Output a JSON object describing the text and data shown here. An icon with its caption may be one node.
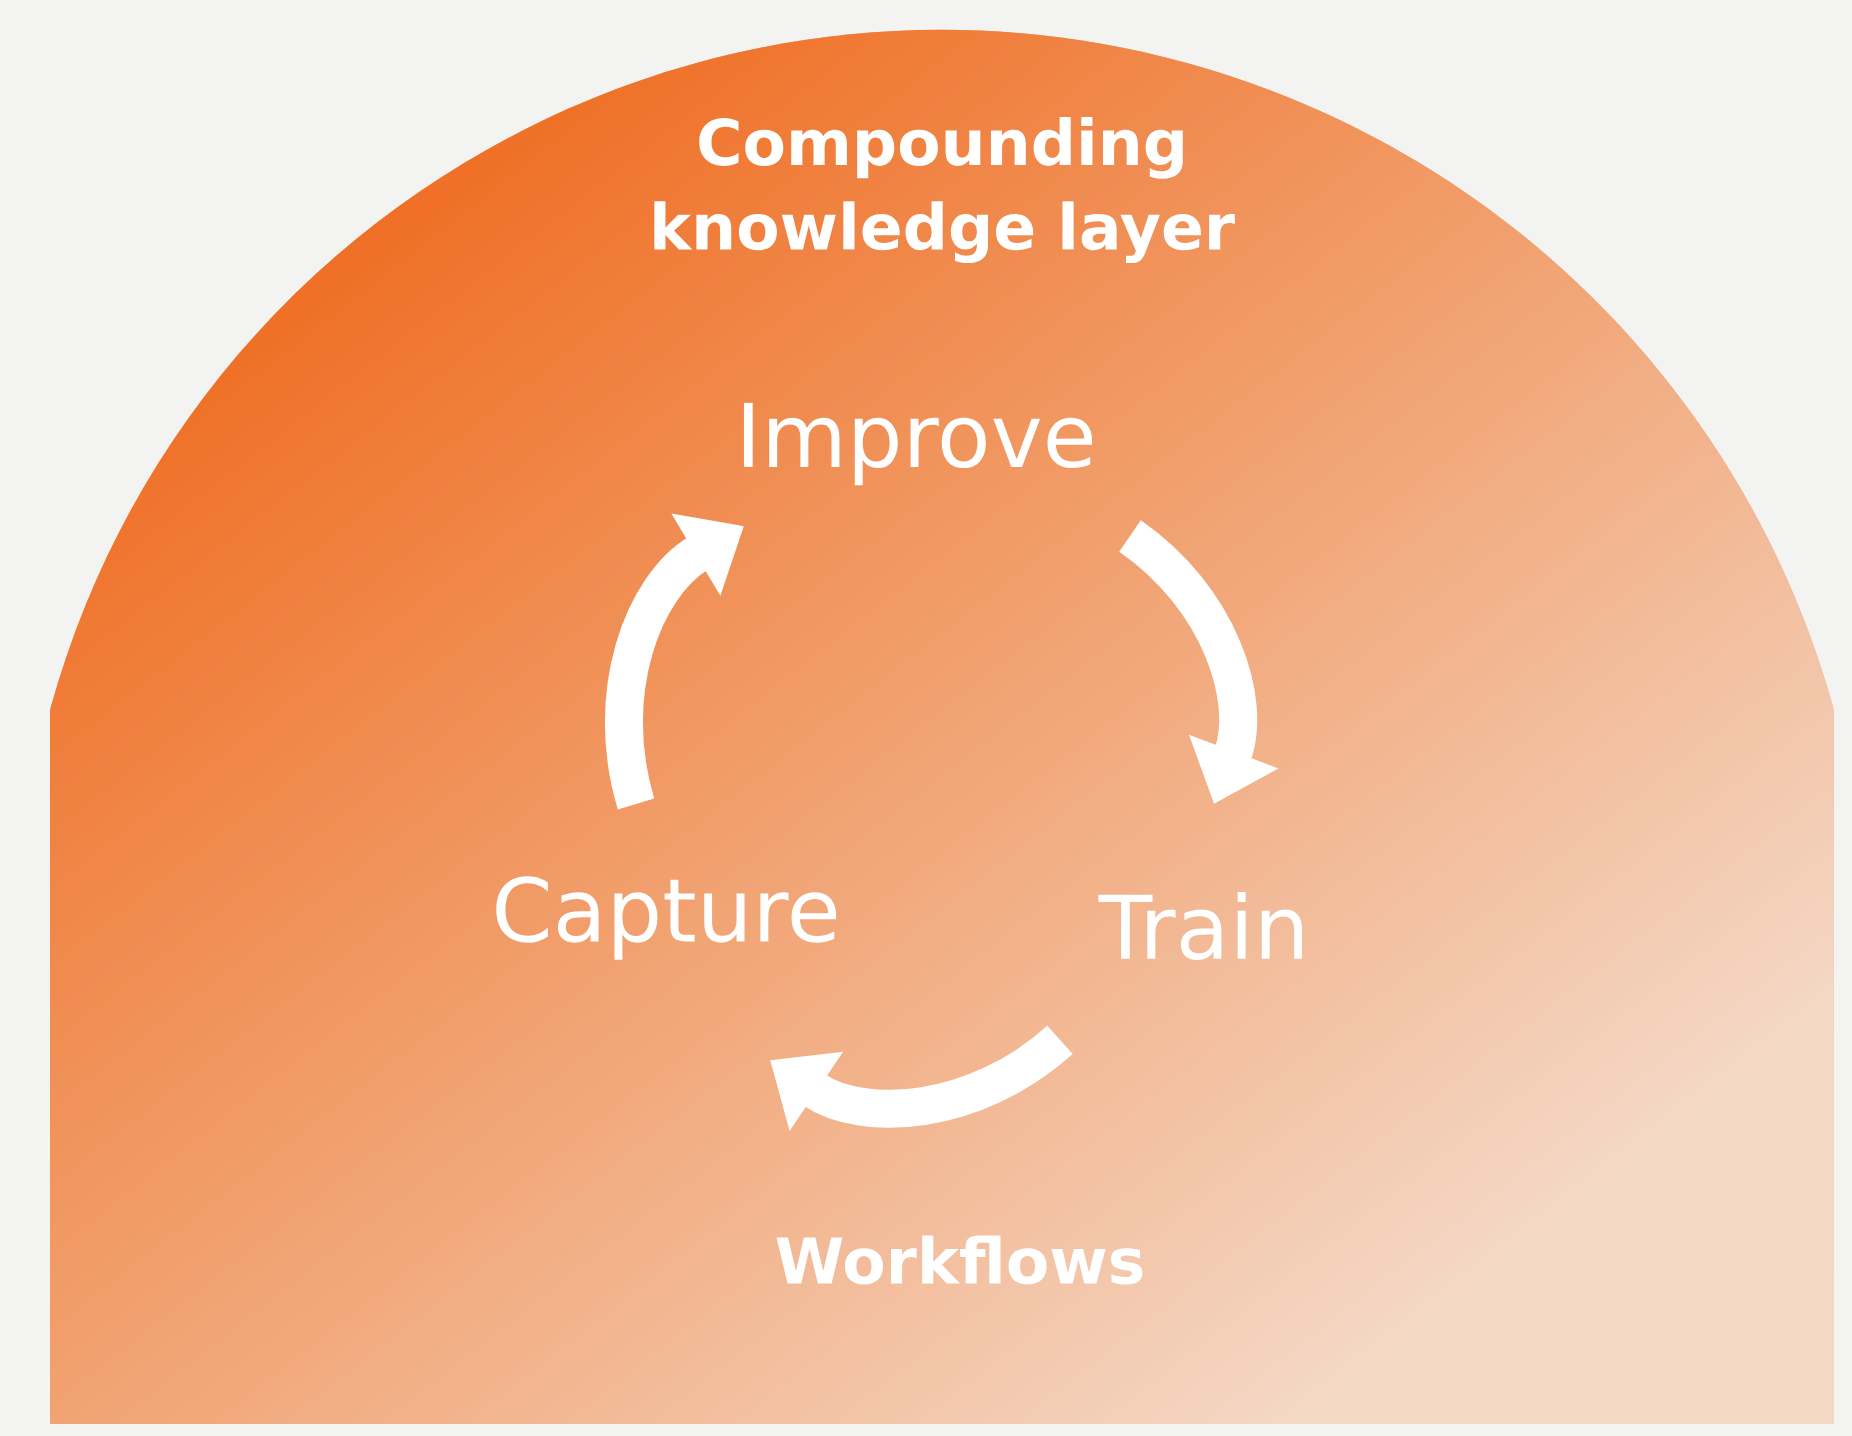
{
  "diagram": {
    "nodes": [
      {
        "text": [
          "Compounding knowledge layer",
          "Workflows"
        ]
      },
      {
        "text": [
          "Improve"
        ],
        "in": 0
      },
      {
        "text": [
          "Train"
        ],
        "in": 0
      },
      {
        "text": [
          "Capture"
        ],
        "in": 0
      }
    ],
    "edges": [
      {
        "from": 1,
        "to": 2,
        "arrow": "to"
      },
      {
        "from": 2,
        "to": 3,
        "arrow": "to"
      },
      {
        "from": 3,
        "to": 1,
        "arrow": "to"
      }
    ]
  }
}
